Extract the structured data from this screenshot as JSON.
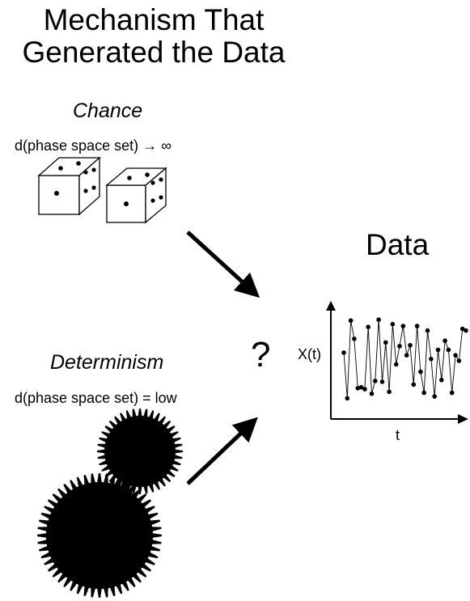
{
  "title": {
    "line1": "Mechanism That",
    "line2": "Generated the Data"
  },
  "chance": {
    "label": "Chance",
    "dimension": "d(phase space set)  →  ∞"
  },
  "determinism": {
    "label": "Determinism",
    "dimension": "d(phase space set) =  low"
  },
  "data": {
    "label": "Data",
    "question": "?",
    "ylabel": "X(t)",
    "xlabel": "t"
  },
  "chart_data": {
    "type": "line",
    "x": [
      1,
      2,
      3,
      4,
      5,
      6,
      7,
      8,
      9,
      10,
      11,
      12,
      13,
      14,
      15,
      16,
      17,
      18,
      19,
      20,
      21,
      22,
      23,
      24,
      25,
      26,
      27,
      28,
      29,
      30,
      31,
      32,
      33,
      34,
      35,
      36
    ],
    "values": [
      0.55,
      0.05,
      0.9,
      0.7,
      0.16,
      0.17,
      0.15,
      0.83,
      0.1,
      0.24,
      0.91,
      0.23,
      0.66,
      0.12,
      0.86,
      0.42,
      0.62,
      0.84,
      0.52,
      0.63,
      0.2,
      0.84,
      0.34,
      0.11,
      0.79,
      0.48,
      0.07,
      0.58,
      0.25,
      0.68,
      0.58,
      0.11,
      0.52,
      0.46,
      0.81,
      0.79
    ],
    "xlabel": "t",
    "ylabel": "X(t)",
    "ylim": [
      0,
      1
    ],
    "grid": false
  },
  "colors": {
    "ink": "#000000",
    "background": "#ffffff"
  }
}
